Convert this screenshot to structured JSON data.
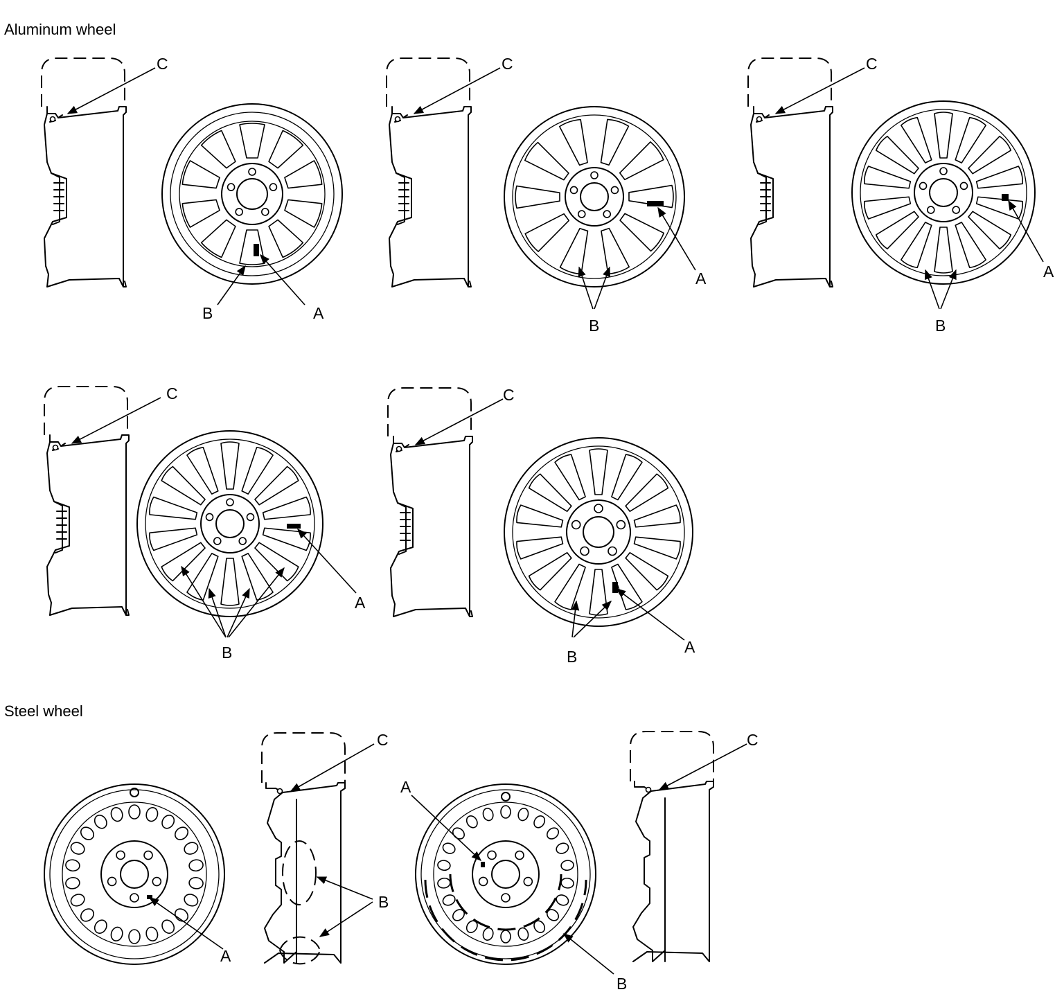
{
  "aluminum_section": {
    "title": "Aluminum wheel"
  },
  "steel_section": {
    "title": "Steel wheel"
  },
  "callouts": {
    "A": "A",
    "B": "B",
    "C": "C"
  }
}
